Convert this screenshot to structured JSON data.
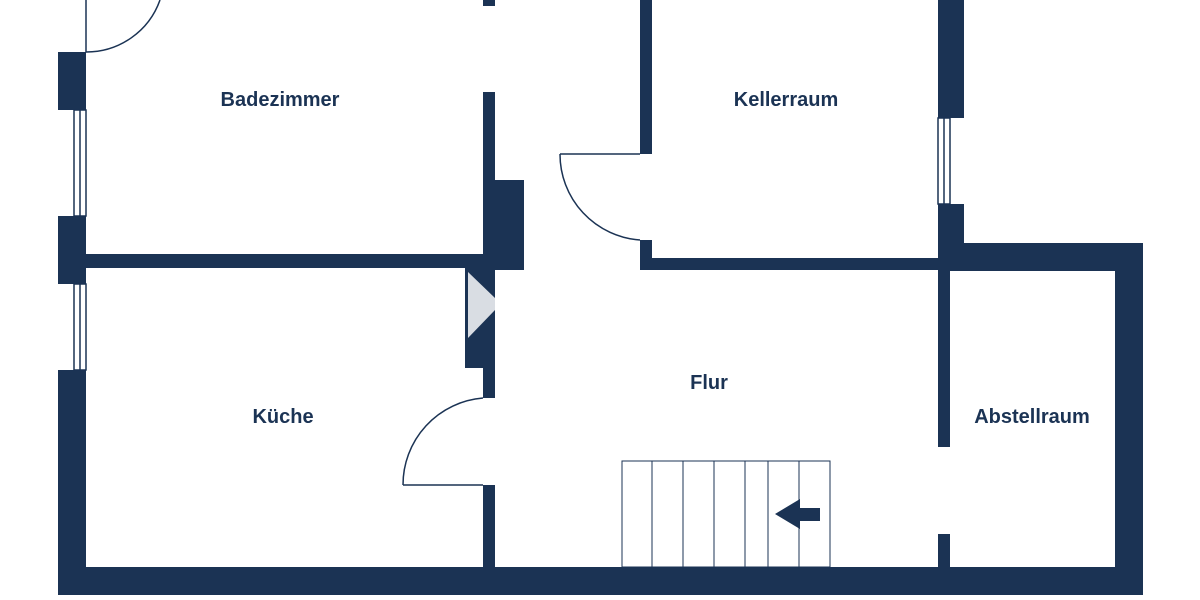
{
  "colors": {
    "wall": "#1b3354",
    "background": "#ffffff",
    "window_glass": "#ffffff",
    "watermark": "#d9dde3"
  },
  "rooms": {
    "badezimmer": "Badezimmer",
    "kellerraum": "Kellerraum",
    "kueche": "Küche",
    "flur": "Flur",
    "abstellraum": "Abstellraum"
  }
}
